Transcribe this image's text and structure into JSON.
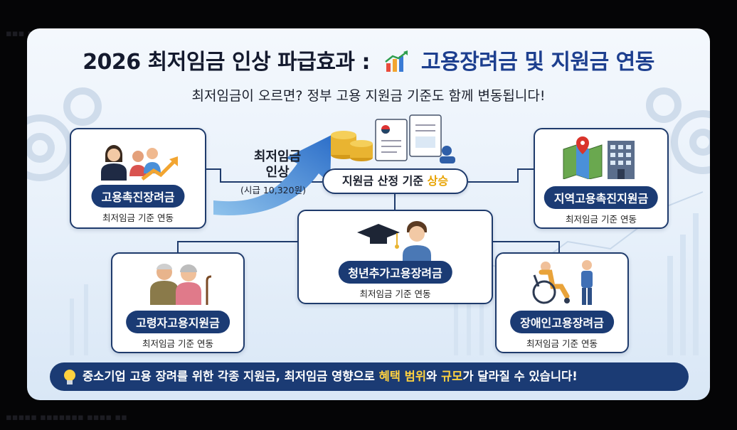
{
  "infographic": {
    "title_main": "2026 최저임금 인상 파급효과 :",
    "title_accent": "고용장려금 및 지원금 연동",
    "subtitle": "최저임금이 오르면? 정부 고용 지원금 기준도 함께 변동됩니다!",
    "arrow_label_line1": "최저임금",
    "arrow_label_line2": "인상",
    "arrow_sublabel": "(시급 10,320원)",
    "center_label_prefix": "지원금 산정 기준",
    "center_label_highlight": "상승",
    "programs": [
      {
        "name": "고용촉진장려금",
        "note": "최저임금 기준 연동"
      },
      {
        "name": "지역고용촉진지원금",
        "note": "최저임금 기준 연동"
      },
      {
        "name": "청년추가고용장려금",
        "note": "최저임금 기준 연동"
      },
      {
        "name": "고령자고용지원금",
        "note": "최저임금 기준 연동"
      },
      {
        "name": "장애인고용장려금",
        "note": "최저임금 기준 연동"
      }
    ],
    "footer_prefix": "중소기업 고용 장려를 위한 각종 지원금, 최저임금 영향으로",
    "footer_highlight1": "혜택 범위",
    "footer_mid": "와",
    "footer_highlight2": "규모",
    "footer_suffix": "가 달라질 수 있습니다!"
  },
  "colors": {
    "navy": "#1b3b74",
    "accent_blue": "#1d3f8f",
    "highlight_yellow": "#ffd23f",
    "highlight_orange": "#e8a300",
    "card_bg": "#eaf2fb"
  },
  "icons": [
    "bar-chart-icon",
    "coins-icon",
    "document-icon",
    "businesswoman-icon",
    "map-pin-icon",
    "building-icon",
    "graduate-icon",
    "elderly-couple-icon",
    "wheelchair-icon",
    "lightbulb-icon"
  ]
}
